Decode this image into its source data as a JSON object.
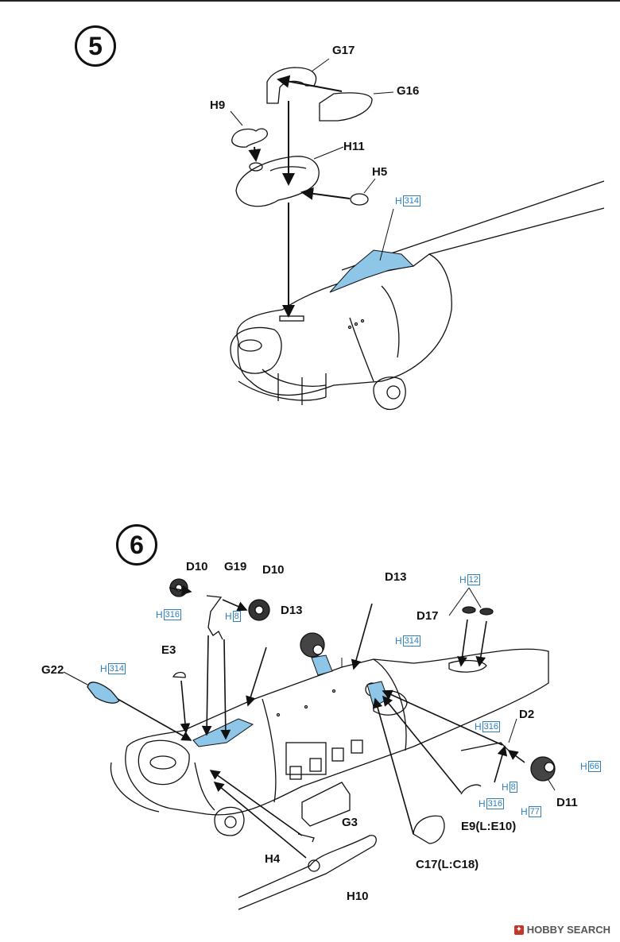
{
  "step5": {
    "number": "5",
    "labels": {
      "g17": "G17",
      "g16": "G16",
      "h9": "H9",
      "h11": "H11",
      "h5": "H5"
    },
    "paint": {
      "prefix": "H",
      "code": "314"
    }
  },
  "step6": {
    "number": "6",
    "labels": {
      "d10a": "D10",
      "g19": "G19",
      "d10b": "D10",
      "d13a": "D13",
      "d13b": "D13",
      "d17": "D17",
      "e3": "E3",
      "g22": "G22",
      "d2": "D2",
      "d11": "D11",
      "e9": "E9(L:E10)",
      "g3": "G3",
      "h4": "H4",
      "c17": "C17(L:C18)",
      "h10": "H10"
    },
    "paints": {
      "p316a": {
        "prefix": "H",
        "code": "316"
      },
      "p8a": {
        "prefix": "H",
        "code": "8"
      },
      "p12": {
        "prefix": "H",
        "code": "12"
      },
      "p314a": {
        "prefix": "H",
        "code": "314"
      },
      "p314b": {
        "prefix": "H",
        "code": "314"
      },
      "p316b": {
        "prefix": "H",
        "code": "316"
      },
      "p66": {
        "prefix": "H",
        "code": "66"
      },
      "p8b": {
        "prefix": "H",
        "code": "8"
      },
      "p316c": {
        "prefix": "H",
        "code": "316"
      },
      "p77": {
        "prefix": "H",
        "code": "77"
      }
    }
  },
  "watermark": {
    "text": "HOBBY SEARCH"
  },
  "colors": {
    "paint_blue": "#8ec6e8",
    "ink": "#111111",
    "label_blue": "#2f7fbf"
  }
}
